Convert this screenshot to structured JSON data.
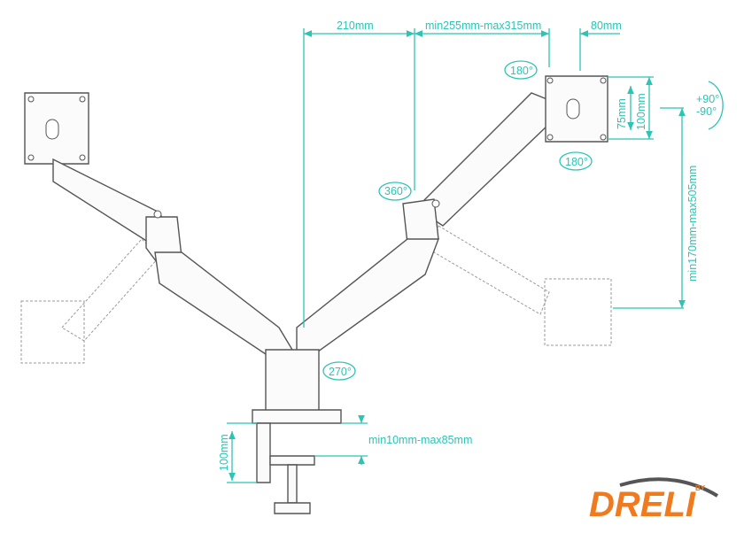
{
  "dimensions": {
    "arm_reach": "210mm",
    "arm_extension": "min255mm-max315mm",
    "head_offset": "80mm",
    "vesa_small": "75mm",
    "vesa_large": "100mm",
    "height_range": "min170mm-max505mm",
    "clamp_height": "100mm",
    "desk_thickness": "min10mm-max85mm"
  },
  "rotations": {
    "swivel_head_top": "180°",
    "swivel_head_bottom": "180°",
    "rotation_plus": "+90°",
    "rotation_minus": "-90°",
    "arm_swivel": "360°",
    "base_swivel": "270°"
  },
  "logo": {
    "brand": "DRELI",
    "prefix": "BY",
    "colors": {
      "primary": "#f07a1e",
      "swoosh": "#555555"
    }
  },
  "colors": {
    "dimension": "#2cc4b4",
    "drawing": "#555555"
  }
}
